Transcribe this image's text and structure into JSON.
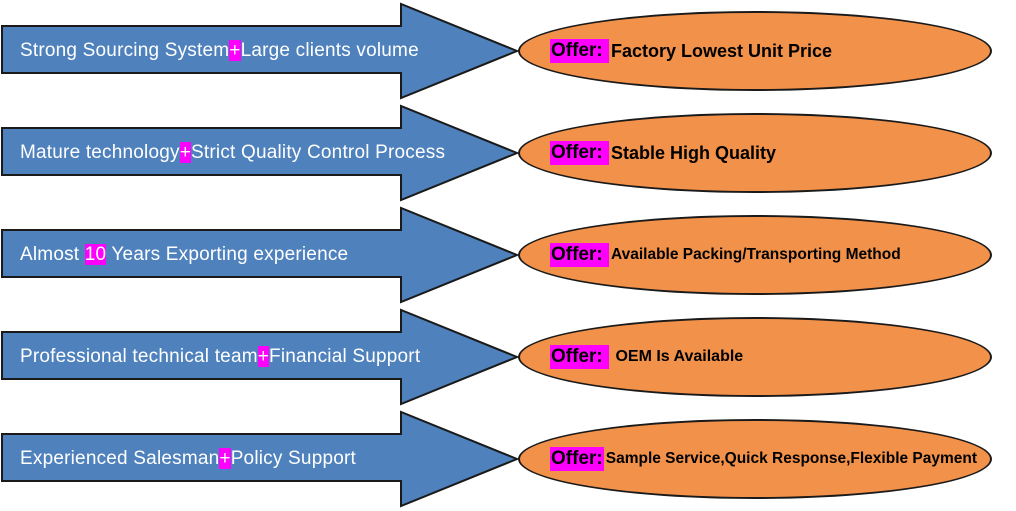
{
  "colors": {
    "arrow_fill": "#4f81bd",
    "arrow_border": "#1a1a1a",
    "ellipse_fill": "#f2914a",
    "ellipse_border": "#1a1a1a",
    "highlight": "#ff00ff",
    "arrow_text": "#ffffff",
    "offer_text": "#000000"
  },
  "rows": [
    {
      "arrow": {
        "pre": "Strong Sourcing System",
        "highlight": "+",
        "post": "Large clients volume"
      },
      "offer": {
        "label": "Offer: ",
        "text": "Factory Lowest Unit Price"
      }
    },
    {
      "arrow": {
        "pre": "Mature technology",
        "highlight": "+",
        "post": "Strict Quality Control Process"
      },
      "offer": {
        "label": "Offer: ",
        "text": "Stable High Quality"
      }
    },
    {
      "arrow": {
        "pre": "Almost ",
        "highlight": "10",
        "post": " Years Exporting experience"
      },
      "offer": {
        "label": "Offer: ",
        "text": "Available Packing/Transporting Method"
      }
    },
    {
      "arrow": {
        "pre": "Professional technical team",
        "highlight": "+",
        "post": "Financial Support"
      },
      "offer": {
        "label": "Offer: ",
        "text": " OEM Is Available"
      }
    },
    {
      "arrow": {
        "pre": "Experienced Salesman",
        "highlight": "+",
        "post": "Policy Support"
      },
      "offer": {
        "label": "Offer:",
        "text": "Sample Service,Quick Response,Flexible Payment"
      }
    }
  ]
}
